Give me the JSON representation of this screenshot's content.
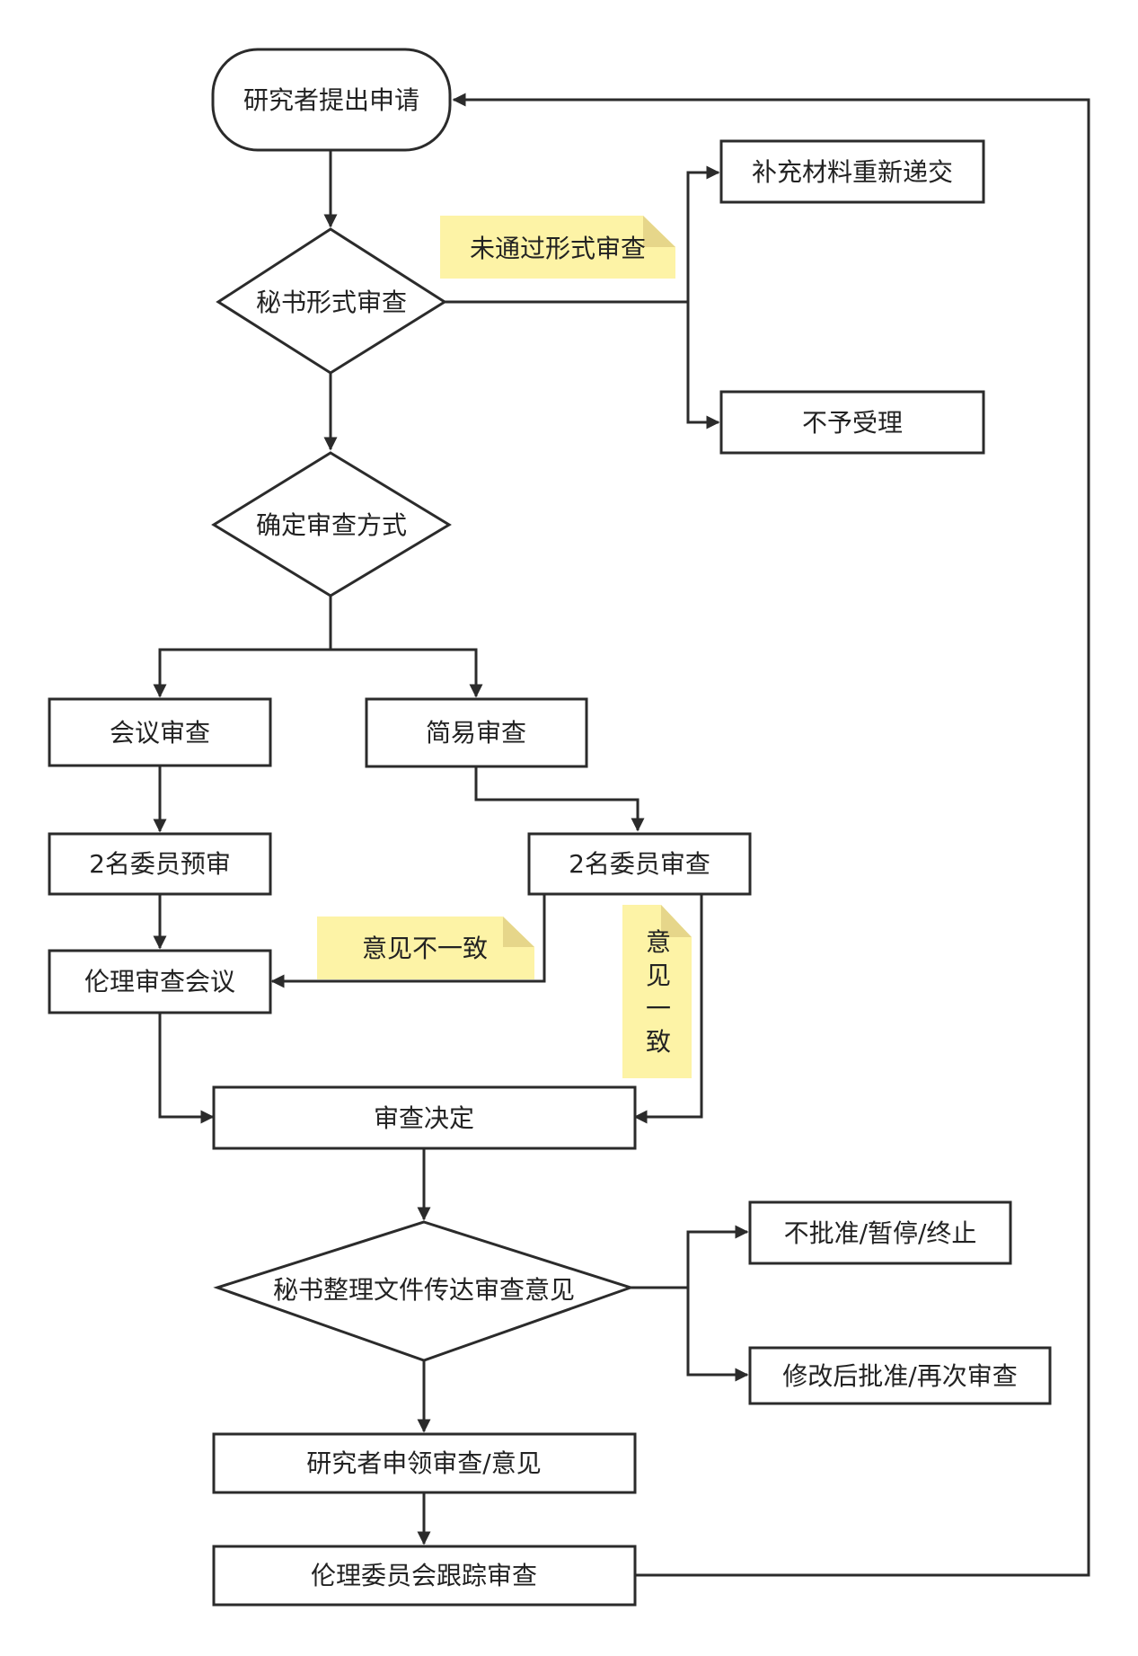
{
  "colors": {
    "stroke": "#2b2b2b",
    "note_fill": "#fdf3a6",
    "note_fold": "#e6d68a",
    "background": "#ffffff"
  },
  "nodes": {
    "researcher_apply": "研究者提出申请",
    "secretary_form_review": "秘书形式审查",
    "resubmit_materials": "补充材料重新递交",
    "not_accepted": "不予受理",
    "determine_review_method": "确定审查方式",
    "meeting_review": "会议审查",
    "expedited_review": "简易审查",
    "two_member_prereview": "2名委员预审",
    "two_member_review": "2名委员审查",
    "ethics_review_meeting": "伦理审查会议",
    "review_decision": "审查决定",
    "secretary_convey_opinion": "秘书整理文件传达审查意见",
    "not_approved_suspend_terminate": "不批准/暂停/终止",
    "approve_after_revision": "修改后批准/再次审查",
    "researcher_receive_opinion": "研究者申领审查/意见",
    "committee_follow_up": "伦理委员会跟踪审查"
  },
  "notes": {
    "failed_form_review": "未通过形式审查",
    "opinions_differ": "意见不一致",
    "opinions_agree": [
      "意",
      "见",
      "一",
      "致"
    ]
  }
}
